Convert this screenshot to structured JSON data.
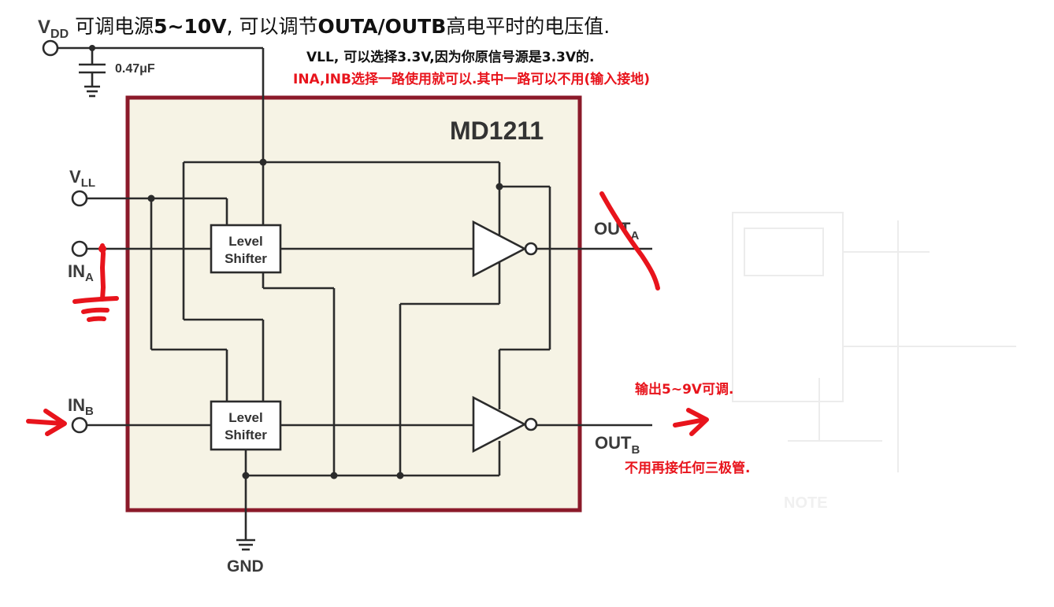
{
  "colors": {
    "chip_fill": "#f6f3e5",
    "chip_border": "#8b1a2a",
    "wire": "#2b2b2b",
    "annotation_red": "#e8141c"
  },
  "header": {
    "vdd_main": "V",
    "vdd_sub": "DD",
    "text_a": " 可调电源",
    "text_b": "5~10V",
    "text_c": ", 可以调节",
    "text_d": "OUTA/OUTB",
    "text_e": "高电平时的电压值."
  },
  "cap_label": "0.47μF",
  "vll_note": "VLL, 可以选择3.3V,因为你原信号源是3.3V的.",
  "ina_note": "INA,INB选择一路使用就可以.其中一路可以不用(输入接地)",
  "chip_name": "MD1211",
  "pins": {
    "vll_main": "V",
    "vll_sub": "LL",
    "ina_main": "IN",
    "ina_sub": "A",
    "inb_main": "IN",
    "inb_sub": "B",
    "outa_main": "OUT",
    "outa_sub": "A",
    "outb_main": "OUT",
    "outb_sub": "B",
    "gnd": "GND"
  },
  "level_shifter": {
    "line1": "Level",
    "line2": "Shifter"
  },
  "output_note": "输出5~9V可调.",
  "no_transistor_note": "不用再接任何三极管.",
  "faint_text": "NOTE"
}
